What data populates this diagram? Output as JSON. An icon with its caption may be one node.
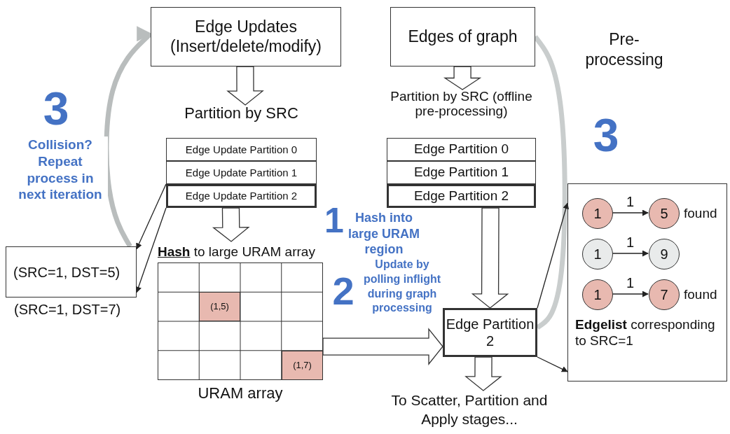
{
  "diagram": {
    "nodes": [
      {
        "text": [
          "Edge Updates (Insert/delete/modify)"
        ]
      },
      {
        "text": [
          "Edges of graph"
        ]
      },
      {
        "text": [
          "Partition by SRC"
        ]
      },
      {
        "text": [
          "Edge Update Partition 0"
        ],
        "in": 2
      },
      {
        "text": [
          "Edge Update Partition 1"
        ],
        "in": 2
      },
      {
        "text": [
          "Edge Update Partition 2"
        ],
        "in": 2
      },
      {
        "text": [
          "Partition by SRC (offline pre-processing)"
        ]
      },
      {
        "text": [
          "Edge Partition 0"
        ],
        "in": 6
      },
      {
        "text": [
          "Edge Partition 1"
        ],
        "in": 6
      },
      {
        "text": [
          "Edge Partition 2"
        ],
        "in": 6
      },
      {
        "text": [
          "(SRC=1, DST=5)"
        ]
      },
      {
        "text": [
          "**Hash** to large URAM array"
        ],
        "beside": [
          "URAM array"
        ]
      },
      {
        "text": [
          "Edge Partition 2"
        ]
      },
      {
        "text": [
          "**Edgelist** corresponding to SRC=1"
        ]
      },
      {
        "text": [
          "1"
        ],
        "in": 13
      },
      {
        "text": [
          "5"
        ],
        "in": 13,
        "beside": [
          "found"
        ]
      },
      {
        "text": [
          "1"
        ],
        "in": 13
      },
      {
        "text": [
          "9"
        ],
        "in": 13
      },
      {
        "text": [
          "1"
        ],
        "in": 13
      },
      {
        "text": [
          "7"
        ],
        "in": 13,
        "beside": [
          "found"
        ]
      },
      {
        "text": [
          "To Scatter, Partition and Apply stages..."
        ]
      }
    ],
    "edges": [
      {
        "from": 0,
        "to": 2,
        "arrow": "to",
        "style": "thick"
      },
      {
        "from": 1,
        "to": 6,
        "arrow": "to",
        "style": "thick"
      },
      {
        "from": 5,
        "to": 10,
        "arrow": "to"
      },
      {
        "from": 5,
        "to": 10,
        "arrow": "to"
      },
      {
        "from": 10,
        "to": 0,
        "arrow": "to",
        "style": "thick",
        "color": "#b9bdbd"
      },
      {
        "from": 5,
        "to": 11,
        "arrow": "to",
        "style": "thick"
      },
      {
        "from": 9,
        "to": 12,
        "arrow": "to",
        "style": "thick"
      },
      {
        "from": 11,
        "to": 12,
        "arrow": "to",
        "style": "thick"
      },
      {
        "from": 12,
        "to": 20,
        "arrow": "to",
        "style": "thick"
      },
      {
        "from": 12,
        "to": 1,
        "arrow": "to",
        "style": "thick",
        "color": "#c9cdcd"
      },
      {
        "from": 12,
        "to": 13,
        "arrow": "to"
      },
      {
        "from": 12,
        "to": 13,
        "arrow": "to"
      },
      {
        "from": 14,
        "to": 15,
        "arrow": "to",
        "label": "1"
      },
      {
        "from": 16,
        "to": 17,
        "arrow": "to",
        "label": "1"
      },
      {
        "from": 18,
        "to": 19,
        "arrow": "to",
        "label": "1"
      }
    ],
    "labels": [
      "Pre-processing",
      "3",
      "Collision? Repeat process in next iteration",
      "3",
      "1",
      "Hash into large URAM region",
      "(SRC=1, DST=7)",
      "2",
      "Update by polling inflight during graph processing",
      "(1,5)",
      "(1,7)"
    ]
  }
}
